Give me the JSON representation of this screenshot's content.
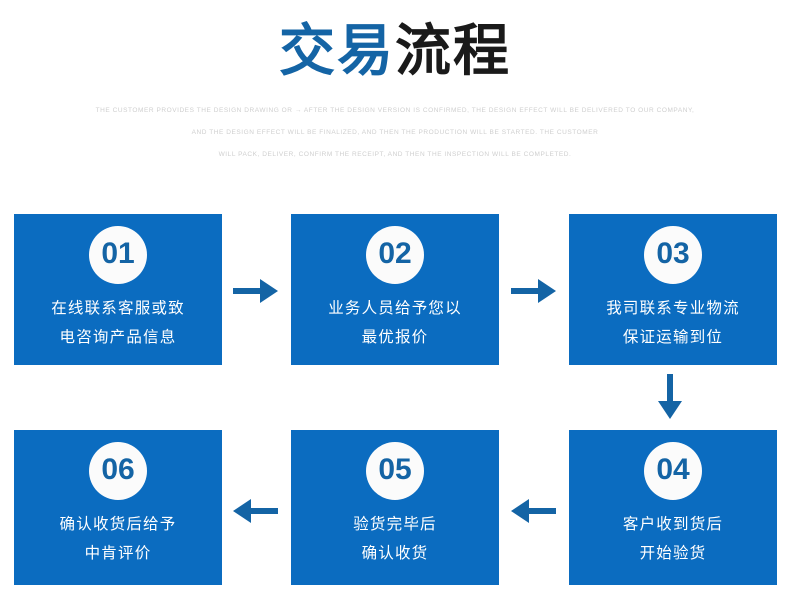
{
  "header": {
    "title_blue": "交易",
    "title_dark": "流程",
    "subtitle_lines": [
      "THE CUSTOMER PROVIDES THE DESIGN DRAWING OR → AFTER THE DESIGN VERSION IS CONFIRMED, THE DESIGN EFFECT WILL BE DELIVERED TO OUR COMPANY,",
      "AND THE DESIGN EFFECT WILL BE FINALIZED, AND THEN THE PRODUCTION WILL BE STARTED. THE CUSTOMER",
      "WILL PACK, DELIVER, CONFIRM THE RECEIPT, AND THEN THE INSPECTION WILL BE COMPLETED."
    ]
  },
  "colors": {
    "card_blue": "#0b6cc0",
    "accent_blue": "#1464a5",
    "badge_bg": "#fbfbfb",
    "subtitle_gray": "#cfcfcf",
    "title_dark": "#1a1a1a"
  },
  "steps": [
    {
      "number": "01",
      "line1": "在线联系客服或致",
      "line2": "电咨询产品信息"
    },
    {
      "number": "02",
      "line1": "业务人员给予您以",
      "line2": "最优报价"
    },
    {
      "number": "03",
      "line1": "我司联系专业物流",
      "line2": "保证运输到位"
    },
    {
      "number": "04",
      "line1": "客户收到货后",
      "line2": "开始验货"
    },
    {
      "number": "05",
      "line1": "验货完毕后",
      "line2": "确认收货"
    },
    {
      "number": "06",
      "line1": "确认收货后给予",
      "line2": "中肯评价"
    }
  ],
  "arrows": [
    {
      "name": "arrow-right-01-to-02",
      "direction": "right"
    },
    {
      "name": "arrow-right-02-to-03",
      "direction": "right"
    },
    {
      "name": "arrow-down-03-to-04",
      "direction": "down"
    },
    {
      "name": "arrow-left-04-to-05",
      "direction": "left"
    },
    {
      "name": "arrow-left-05-to-06",
      "direction": "left"
    }
  ]
}
